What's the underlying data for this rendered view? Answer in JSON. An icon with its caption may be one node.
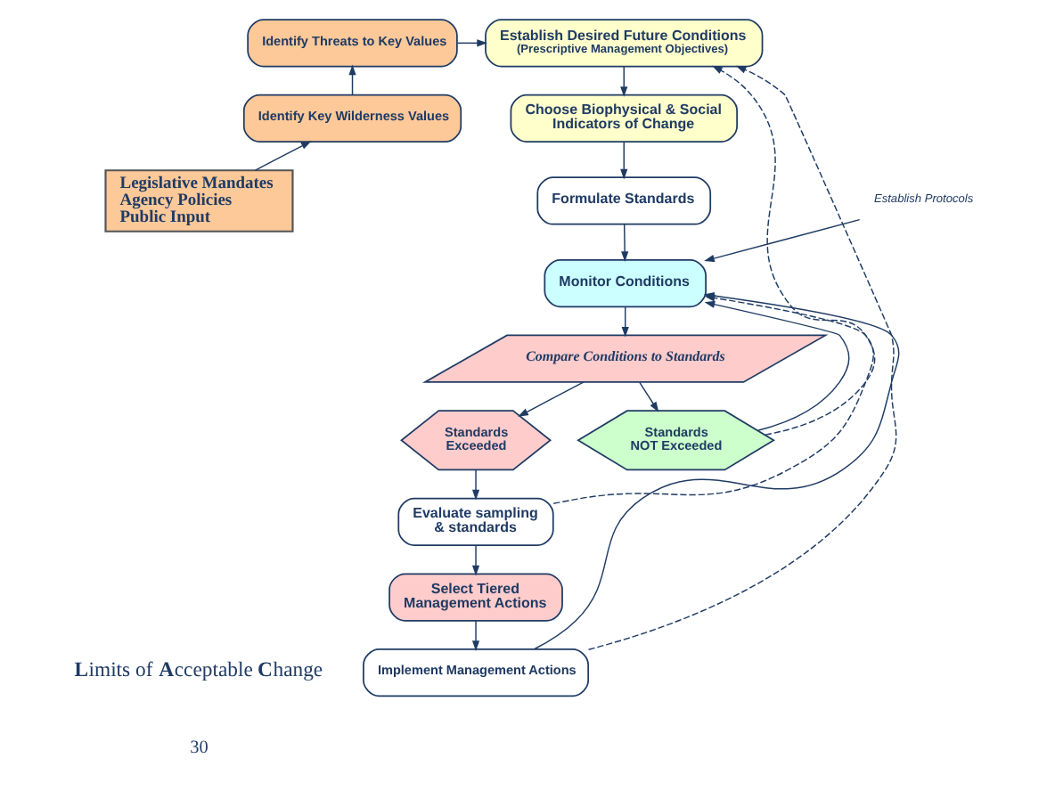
{
  "diagram": {
    "nodes": [
      {
        "text": [
          "Identify Threats to Key Values"
        ]
      },
      {
        "text": [
          "Establish Desired Future Conditions",
          "(Prescriptive Management Objectives)"
        ]
      },
      {
        "text": [
          "Identify Key Wilderness Values"
        ]
      },
      {
        "text": [
          "Choose Biophysical & Social Indicators of Change"
        ]
      },
      {
        "text": [
          "Legislative Mandates",
          "Agency Policies",
          "Public Input"
        ]
      },
      {
        "text": [
          "Formulate Standards"
        ]
      },
      {
        "text": [
          "Establish Protocols"
        ]
      },
      {
        "text": [
          "Monitor Conditions"
        ]
      },
      {
        "text": [
          "Compare Conditions to Standards"
        ]
      },
      {
        "text": [
          "Standards",
          "Exceeded"
        ]
      },
      {
        "text": [
          "Standards",
          "NOT Exceeded"
        ]
      },
      {
        "text": [
          "Evaluate sampling & standards"
        ]
      },
      {
        "text": [
          "Select Tiered Management Actions"
        ]
      },
      {
        "text": [
          "Implement Management Actions"
        ]
      }
    ],
    "edges": [
      {
        "from": 4,
        "to": 2,
        "arrow": "to"
      },
      {
        "from": 2,
        "to": 0,
        "arrow": "to"
      },
      {
        "from": 0,
        "to": 1,
        "arrow": "to"
      },
      {
        "from": 1,
        "to": 3,
        "arrow": "to"
      },
      {
        "from": 3,
        "to": 5,
        "arrow": "to"
      },
      {
        "from": 5,
        "to": 7,
        "arrow": "to"
      },
      {
        "from": 6,
        "to": 7,
        "arrow": "to"
      },
      {
        "from": 7,
        "to": 8,
        "arrow": "to"
      },
      {
        "from": 8,
        "to": 9,
        "arrow": "to"
      },
      {
        "from": 8,
        "to": 10,
        "arrow": "to"
      },
      {
        "from": 9,
        "to": 11,
        "arrow": "to"
      },
      {
        "from": 11,
        "to": 12,
        "arrow": "to"
      },
      {
        "from": 12,
        "to": 13,
        "arrow": "to"
      },
      {
        "from": 13,
        "to": 7,
        "arrow": "to"
      },
      {
        "from": 10,
        "to": 7,
        "arrow": "to"
      },
      {
        "from": 13,
        "to": 1,
        "arrow": "to",
        "style": "dashed"
      },
      {
        "from": 10,
        "to": 1,
        "arrow": "to",
        "style": "dashed"
      },
      {
        "from": 11,
        "to": 7,
        "arrow": "to",
        "style": "dashed"
      }
    ],
    "labels": [
      "**L**imits of **A**cceptable **C**hange",
      "30"
    ]
  }
}
